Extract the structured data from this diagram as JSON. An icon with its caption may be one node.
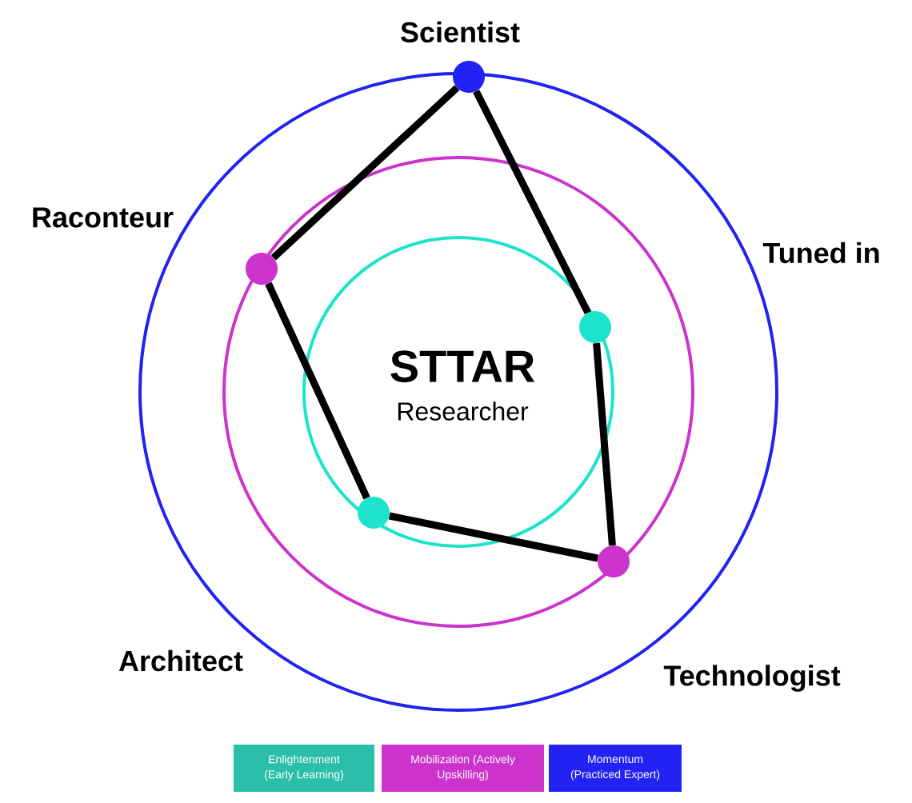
{
  "diagram": {
    "nodes": [
      {
        "text": [
          "STTAR",
          "Researcher"
        ]
      },
      {
        "text": [],
        "shape": "circle"
      },
      {
        "text": [],
        "shape": "circle"
      },
      {
        "text": [],
        "shape": "circle"
      },
      {
        "text": [],
        "shape": "circle"
      },
      {
        "text": [],
        "shape": "circle"
      }
    ],
    "edges": [
      {
        "from": 1,
        "to": 3,
        "arrow": "none"
      },
      {
        "from": 3,
        "to": 5,
        "arrow": "none"
      },
      {
        "from": 5,
        "to": 4,
        "arrow": "none"
      },
      {
        "from": 4,
        "to": 2,
        "arrow": "none"
      },
      {
        "from": 2,
        "to": 1,
        "arrow": "none"
      }
    ],
    "labels": [
      "Scientist",
      "Raconteur",
      "Tuned in",
      "Architect",
      "Technologist"
    ],
    "legend": [
      {
        "text": "Enlightenment (Early Learning)",
        "color": "#2bbfa9"
      },
      {
        "text": "Mobilization (Actively Upskilling)",
        "color": "#cc33cc"
      },
      {
        "text": "Momentum (Practiced Expert)",
        "color": "#2222f2"
      }
    ]
  }
}
